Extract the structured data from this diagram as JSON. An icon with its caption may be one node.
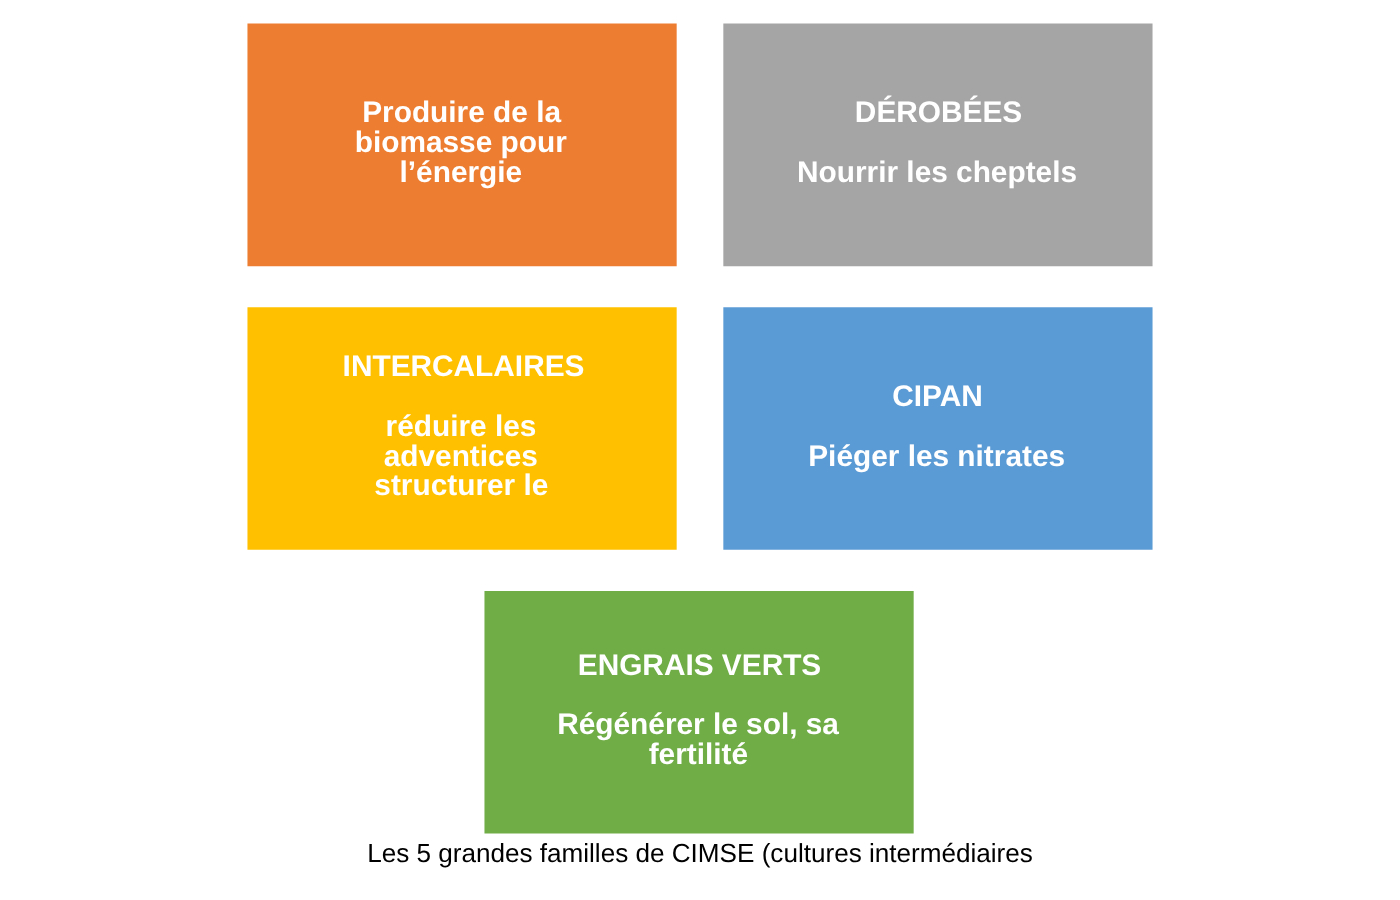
{
  "diagram": {
    "caption": "Les 5 grandes familles de CIMSE (cultures intermédiaires",
    "nodes": [
      {
        "text": [
          "Produire de la biomasse pour l’énergie"
        ]
      },
      {
        "text": [
          "DÉROBÉES",
          "Nourrir les cheptels"
        ]
      },
      {
        "text": [
          "INTERCALAIRES",
          "réduire les adventices structurer le"
        ]
      },
      {
        "text": [
          "CIPAN",
          "Piéger les nitrates"
        ]
      },
      {
        "text": [
          "ENGRAIS VERTS",
          "Régénérer le sol, sa fertilité"
        ]
      }
    ]
  }
}
